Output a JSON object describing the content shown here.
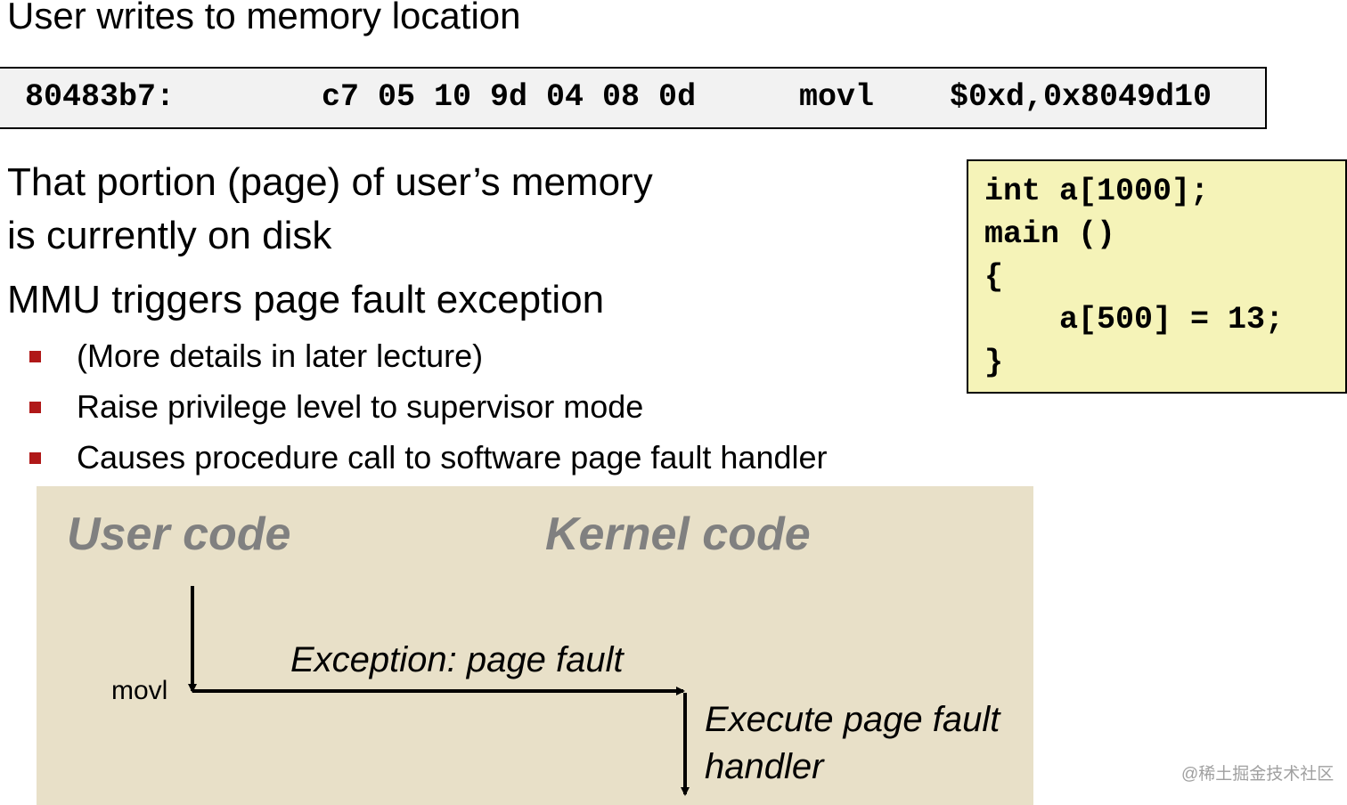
{
  "heading": "User writes to memory location",
  "instruction": {
    "address": "80483b7:",
    "bytes": "c7 05 10 9d 04 08 0d",
    "opcode": "movl",
    "operands": "$0xd,0x8049d10"
  },
  "paragraphs": [
    "That portion (page) of user’s memory",
    "is currently on disk",
    "MMU triggers page fault exception"
  ],
  "bullets": [
    "(More details in later lecture)",
    "Raise privilege level to supervisor mode",
    "Causes procedure call to software page fault handler"
  ],
  "code": [
    "int a[1000];",
    "main ()",
    "{",
    "    a[500] = 13;",
    "}"
  ],
  "diagram": {
    "user_title": "User code",
    "kernel_title": "Kernel code",
    "movl_label": "movl",
    "exception_label": "Exception: page fault",
    "handler_label": "Execute page fault handler"
  },
  "watermark": "@稀土掘金技术社区",
  "colors": {
    "bullet": "#b01818",
    "code_background": "#f5f3b8",
    "instruction_background": "#f2f2f2",
    "diagram_background": "#e8e0c8",
    "diagram_title": "#808080"
  }
}
